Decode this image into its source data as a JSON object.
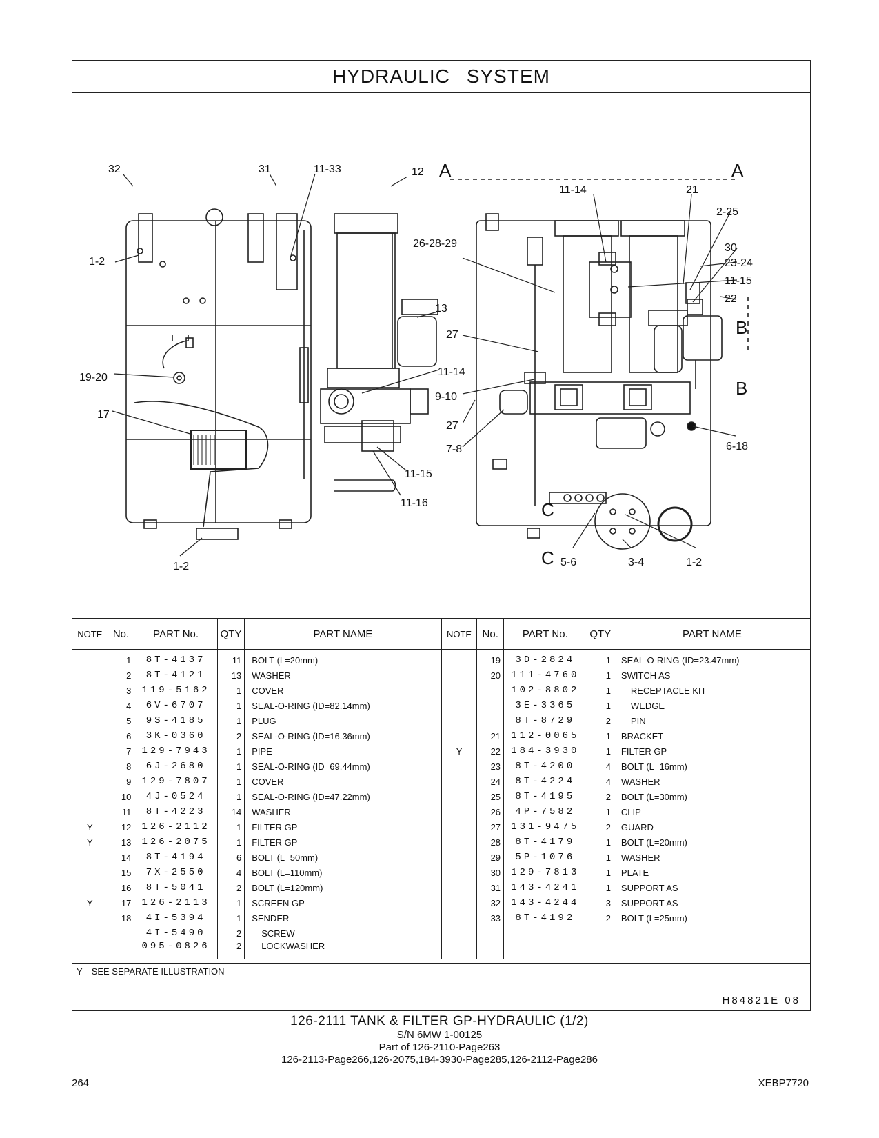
{
  "header": {
    "title_left": "HYDRAULIC",
    "title_right": "SYSTEM"
  },
  "illustration": {
    "callouts_left": [
      "32",
      "31",
      "11-33",
      "12",
      "1-2",
      "26-28-29",
      "13",
      "27",
      "19-20",
      "11-14",
      "9-10",
      "17",
      "27",
      "7-8",
      "11-15",
      "11-16",
      "1-2"
    ],
    "callouts_right": [
      "A",
      "A",
      "11-14",
      "21",
      "2-25",
      "30",
      "23-24",
      "11-15",
      "22",
      "B",
      "B",
      "6-18",
      "C",
      "C",
      "5-6",
      "3-4",
      "1-2"
    ]
  },
  "table": {
    "headers": {
      "note": "NOTE",
      "no": "No.",
      "part_no": "PART No.",
      "qty": "QTY",
      "part_name": "PART NAME"
    },
    "left": [
      {
        "note": "",
        "no": "1",
        "pn": "8T-4137",
        "qty": "11",
        "name": "BOLT (L=20mm)",
        "sub": false
      },
      {
        "note": "",
        "no": "2",
        "pn": "8T-4121",
        "qty": "13",
        "name": "WASHER",
        "sub": false
      },
      {
        "note": "",
        "no": "3",
        "pn": "119-5162",
        "qty": "1",
        "name": "COVER",
        "sub": false
      },
      {
        "note": "",
        "no": "4",
        "pn": "6V-6707",
        "qty": "1",
        "name": "SEAL-O-RING (ID=82.14mm)",
        "sub": false
      },
      {
        "note": "",
        "no": "5",
        "pn": "9S-4185",
        "qty": "1",
        "name": "PLUG",
        "sub": false
      },
      {
        "note": "",
        "no": "6",
        "pn": "3K-0360",
        "qty": "2",
        "name": "SEAL-O-RING (ID=16.36mm)",
        "sub": false
      },
      {
        "note": "",
        "no": "7",
        "pn": "129-7943",
        "qty": "1",
        "name": "PIPE",
        "sub": false
      },
      {
        "note": "",
        "no": "8",
        "pn": "6J-2680",
        "qty": "1",
        "name": "SEAL-O-RING (ID=69.44mm)",
        "sub": false
      },
      {
        "note": "",
        "no": "9",
        "pn": "129-7807",
        "qty": "1",
        "name": "COVER",
        "sub": false
      },
      {
        "note": "",
        "no": "10",
        "pn": "4J-0524",
        "qty": "1",
        "name": "SEAL-O-RING (ID=47.22mm)",
        "sub": false
      },
      {
        "note": "",
        "no": "11",
        "pn": "8T-4223",
        "qty": "14",
        "name": "WASHER",
        "sub": false
      },
      {
        "note": "Y",
        "no": "12",
        "pn": "126-2112",
        "qty": "1",
        "name": "FILTER GP",
        "sub": false
      },
      {
        "note": "Y",
        "no": "13",
        "pn": "126-2075",
        "qty": "1",
        "name": "FILTER GP",
        "sub": false
      },
      {
        "note": "",
        "no": "14",
        "pn": "8T-4194",
        "qty": "6",
        "name": "BOLT (L=50mm)",
        "sub": false
      },
      {
        "note": "",
        "no": "15",
        "pn": "7X-2550",
        "qty": "4",
        "name": "BOLT (L=110mm)",
        "sub": false
      },
      {
        "note": "",
        "no": "16",
        "pn": "8T-5041",
        "qty": "2",
        "name": "BOLT (L=120mm)",
        "sub": false
      },
      {
        "note": "Y",
        "no": "17",
        "pn": "126-2113",
        "qty": "1",
        "name": "SCREEN GP",
        "sub": false
      },
      {
        "note": "",
        "no": "18",
        "pn": "4I-5394",
        "qty": "1",
        "name": "SENDER",
        "sub": false
      },
      {
        "note": "",
        "no": "",
        "pn": "4I-5490",
        "qty": "2",
        "name": "SCREW",
        "sub": true
      },
      {
        "note": "",
        "no": "",
        "pn": "095-0826",
        "qty": "2",
        "name": "LOCKWASHER",
        "sub": true
      }
    ],
    "right": [
      {
        "note": "",
        "no": "19",
        "pn": "3D-2824",
        "qty": "1",
        "name": "SEAL-O-RING (ID=23.47mm)",
        "sub": false
      },
      {
        "note": "",
        "no": "20",
        "pn": "111-4760",
        "qty": "1",
        "name": "SWITCH AS",
        "sub": false
      },
      {
        "note": "",
        "no": "",
        "pn": "102-8802",
        "qty": "1",
        "name": "RECEPTACLE KIT",
        "sub": true
      },
      {
        "note": "",
        "no": "",
        "pn": "3E-3365",
        "qty": "1",
        "name": "WEDGE",
        "sub": true
      },
      {
        "note": "",
        "no": "",
        "pn": "8T-8729",
        "qty": "2",
        "name": "PIN",
        "sub": true
      },
      {
        "note": "",
        "no": "21",
        "pn": "112-0065",
        "qty": "1",
        "name": "BRACKET",
        "sub": false
      },
      {
        "note": "Y",
        "no": "22",
        "pn": "184-3930",
        "qty": "1",
        "name": "FILTER GP",
        "sub": false
      },
      {
        "note": "",
        "no": "23",
        "pn": "8T-4200",
        "qty": "4",
        "name": "BOLT (L=16mm)",
        "sub": false
      },
      {
        "note": "",
        "no": "24",
        "pn": "8T-4224",
        "qty": "4",
        "name": "WASHER",
        "sub": false
      },
      {
        "note": "",
        "no": "25",
        "pn": "8T-4195",
        "qty": "2",
        "name": "BOLT (L=30mm)",
        "sub": false
      },
      {
        "note": "",
        "no": "26",
        "pn": "4P-7582",
        "qty": "1",
        "name": "CLIP",
        "sub": false
      },
      {
        "note": "",
        "no": "27",
        "pn": "131-9475",
        "qty": "2",
        "name": "GUARD",
        "sub": false
      },
      {
        "note": "",
        "no": "28",
        "pn": "8T-4179",
        "qty": "1",
        "name": "BOLT (L=20mm)",
        "sub": false
      },
      {
        "note": "",
        "no": "29",
        "pn": "5P-1076",
        "qty": "1",
        "name": "WASHER",
        "sub": false
      },
      {
        "note": "",
        "no": "30",
        "pn": "129-7813",
        "qty": "1",
        "name": "PLATE",
        "sub": false
      },
      {
        "note": "",
        "no": "31",
        "pn": "143-4241",
        "qty": "1",
        "name": "SUPPORT AS",
        "sub": false
      },
      {
        "note": "",
        "no": "32",
        "pn": "143-4244",
        "qty": "3",
        "name": "SUPPORT AS",
        "sub": false
      },
      {
        "note": "",
        "no": "33",
        "pn": "8T-4192",
        "qty": "2",
        "name": "BOLT (L=25mm)",
        "sub": false
      },
      {
        "note": "",
        "no": "",
        "pn": "",
        "qty": "",
        "name": "",
        "sub": false
      },
      {
        "note": "",
        "no": "",
        "pn": "",
        "qty": "",
        "name": "",
        "sub": false
      }
    ]
  },
  "footnote": "Y—SEE SEPARATE ILLUSTRATION",
  "illustration_code": "H84821E 08",
  "caption": {
    "line1": "126-2111 TANK & FILTER GP-HYDRAULIC (1/2)",
    "line2": "S/N 6MW 1-00125",
    "line3": "Part of 126-2110-Page263",
    "line4": "126-2113-Page266,126-2075,184-3930-Page285,126-2112-Page286"
  },
  "page_number": "264",
  "doc_id": "XEBP7720"
}
